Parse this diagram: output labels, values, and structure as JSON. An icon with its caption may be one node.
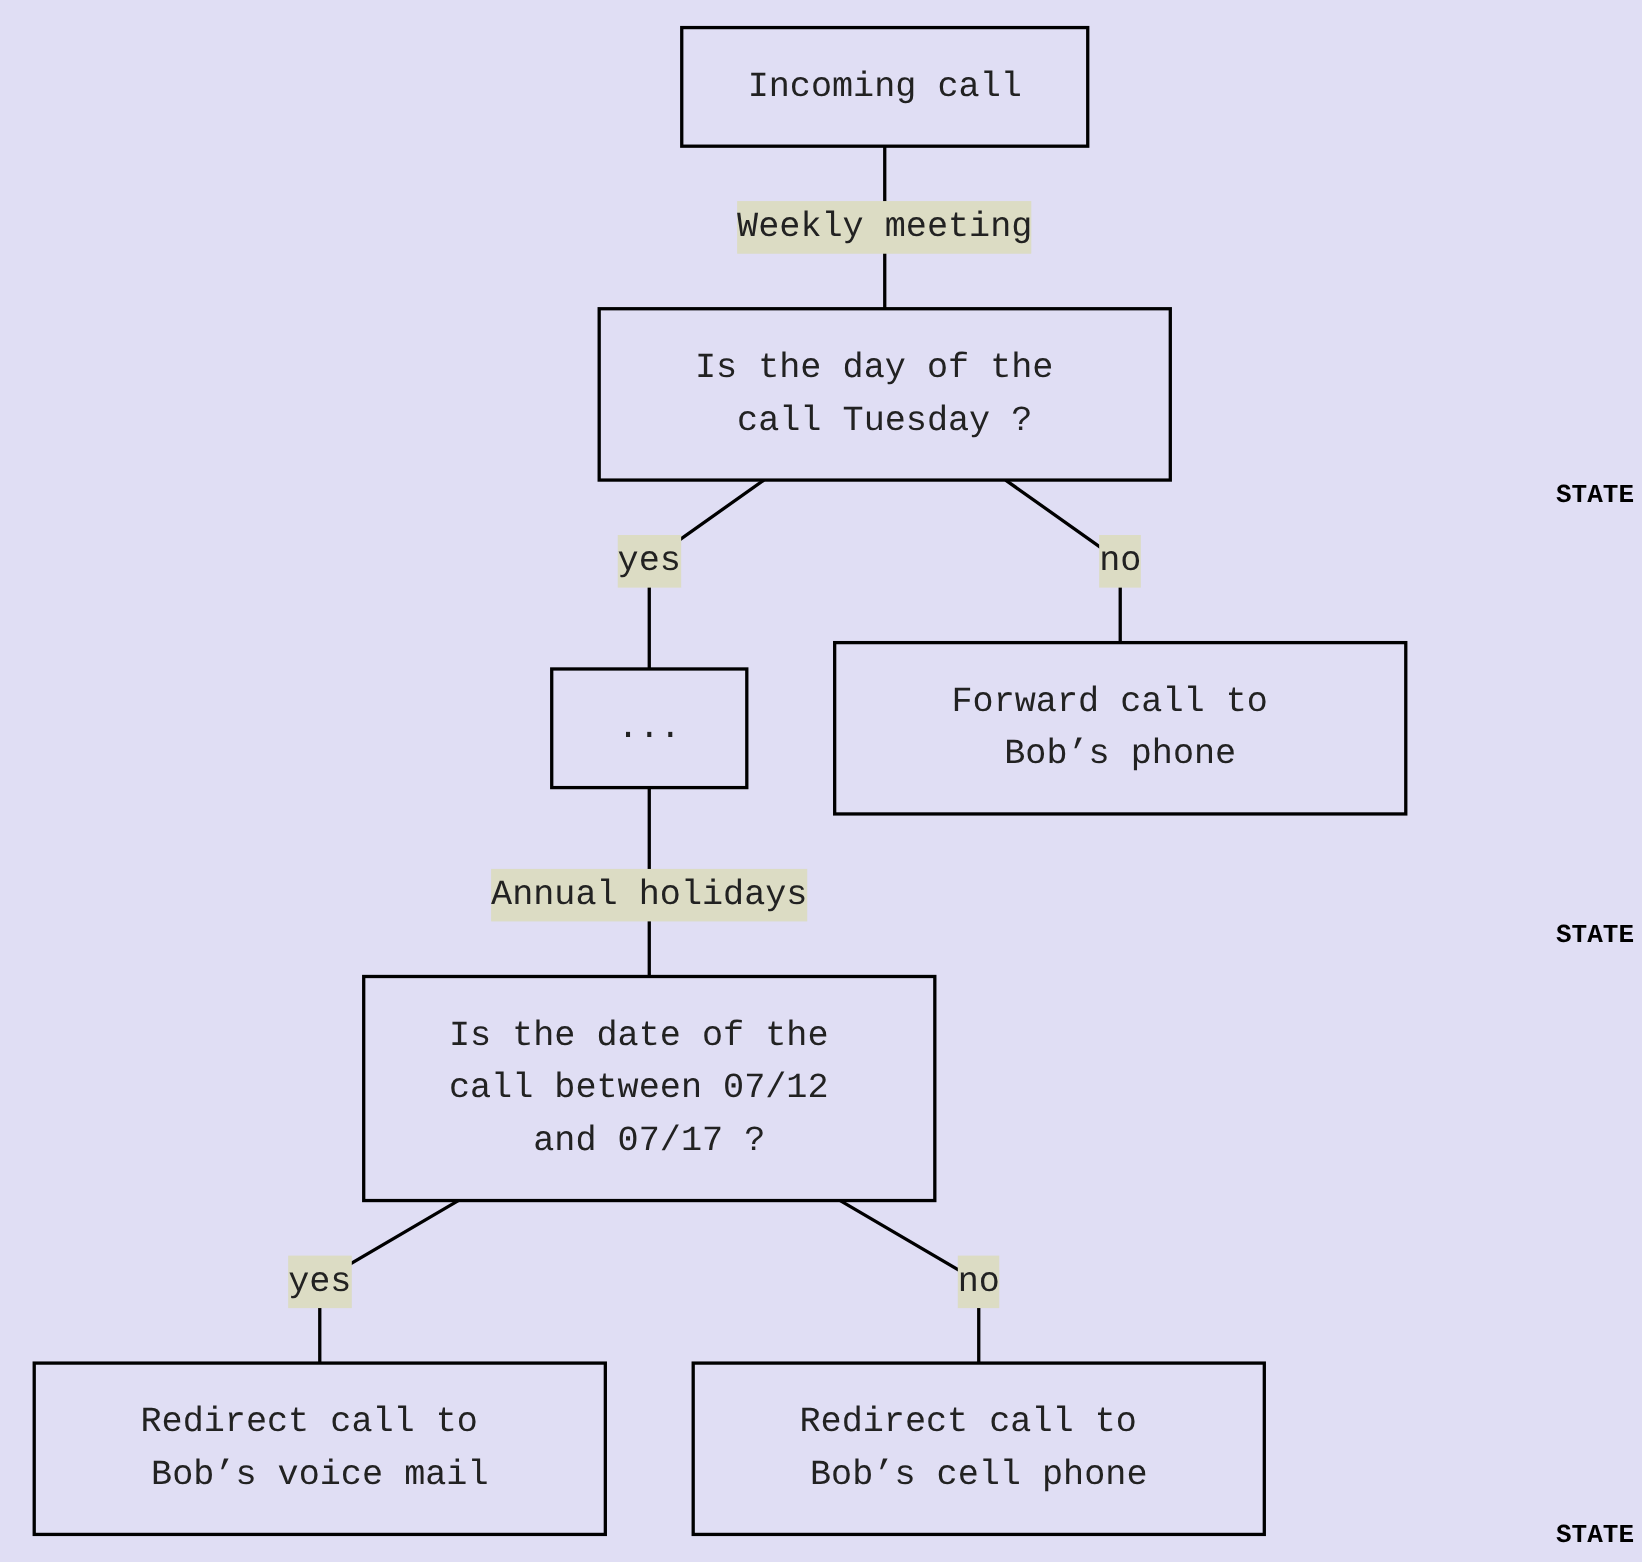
{
  "diagram": {
    "nodes": [
      {
        "text": [
          "Incoming call"
        ]
      },
      {
        "text": [
          "Is the day of the call Tuesday ?"
        ]
      },
      {
        "text": [
          "..."
        ]
      },
      {
        "text": [
          "Forward call to Bob’s phone"
        ]
      },
      {
        "text": [
          "Is the date of the call between 07/12 and 07/17 ?"
        ]
      },
      {
        "text": [
          "Redirect call to Bob’s voice mail"
        ]
      },
      {
        "text": [
          "Redirect call to Bob’s cell phone"
        ]
      }
    ],
    "edges": [
      {
        "from": 0,
        "to": 1,
        "arrow": "none",
        "label": "Weekly meeting"
      },
      {
        "from": 1,
        "to": 2,
        "arrow": "none",
        "label": "yes"
      },
      {
        "from": 1,
        "to": 3,
        "arrow": "none",
        "label": "no"
      },
      {
        "from": 2,
        "to": 4,
        "arrow": "none",
        "label": "Annual holidays"
      },
      {
        "from": 4,
        "to": 5,
        "arrow": "none",
        "label": "yes"
      },
      {
        "from": 4,
        "to": 6,
        "arrow": "none",
        "label": "no"
      }
    ],
    "labels": [
      "STATE",
      "STATE",
      "STATE"
    ]
  }
}
